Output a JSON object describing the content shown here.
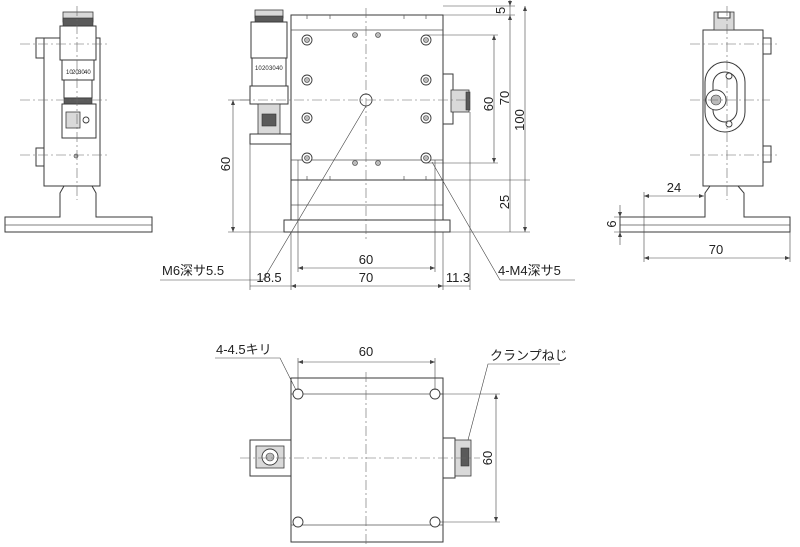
{
  "labels": {
    "top_5": "5",
    "front_60_v": "60",
    "front_70_v": "70",
    "front_100_v": "100",
    "front_25_v": "25",
    "front_60_left": "60",
    "front_60_h": "60",
    "front_70_h": "70",
    "front_18_5": "18.5",
    "front_11_3": "11.3",
    "m6_note": "M6深サ5.5",
    "m4_note": "4-M4深サ5",
    "side_24": "24",
    "side_6": "6",
    "side_70": "70",
    "bottom_hole_note": "4-4.5キリ",
    "bottom_60_h": "60",
    "bottom_60_v": "60",
    "clamp_note": "クランプねじ"
  },
  "micrometer_scale": [
    "10",
    "20",
    "30",
    "40"
  ]
}
